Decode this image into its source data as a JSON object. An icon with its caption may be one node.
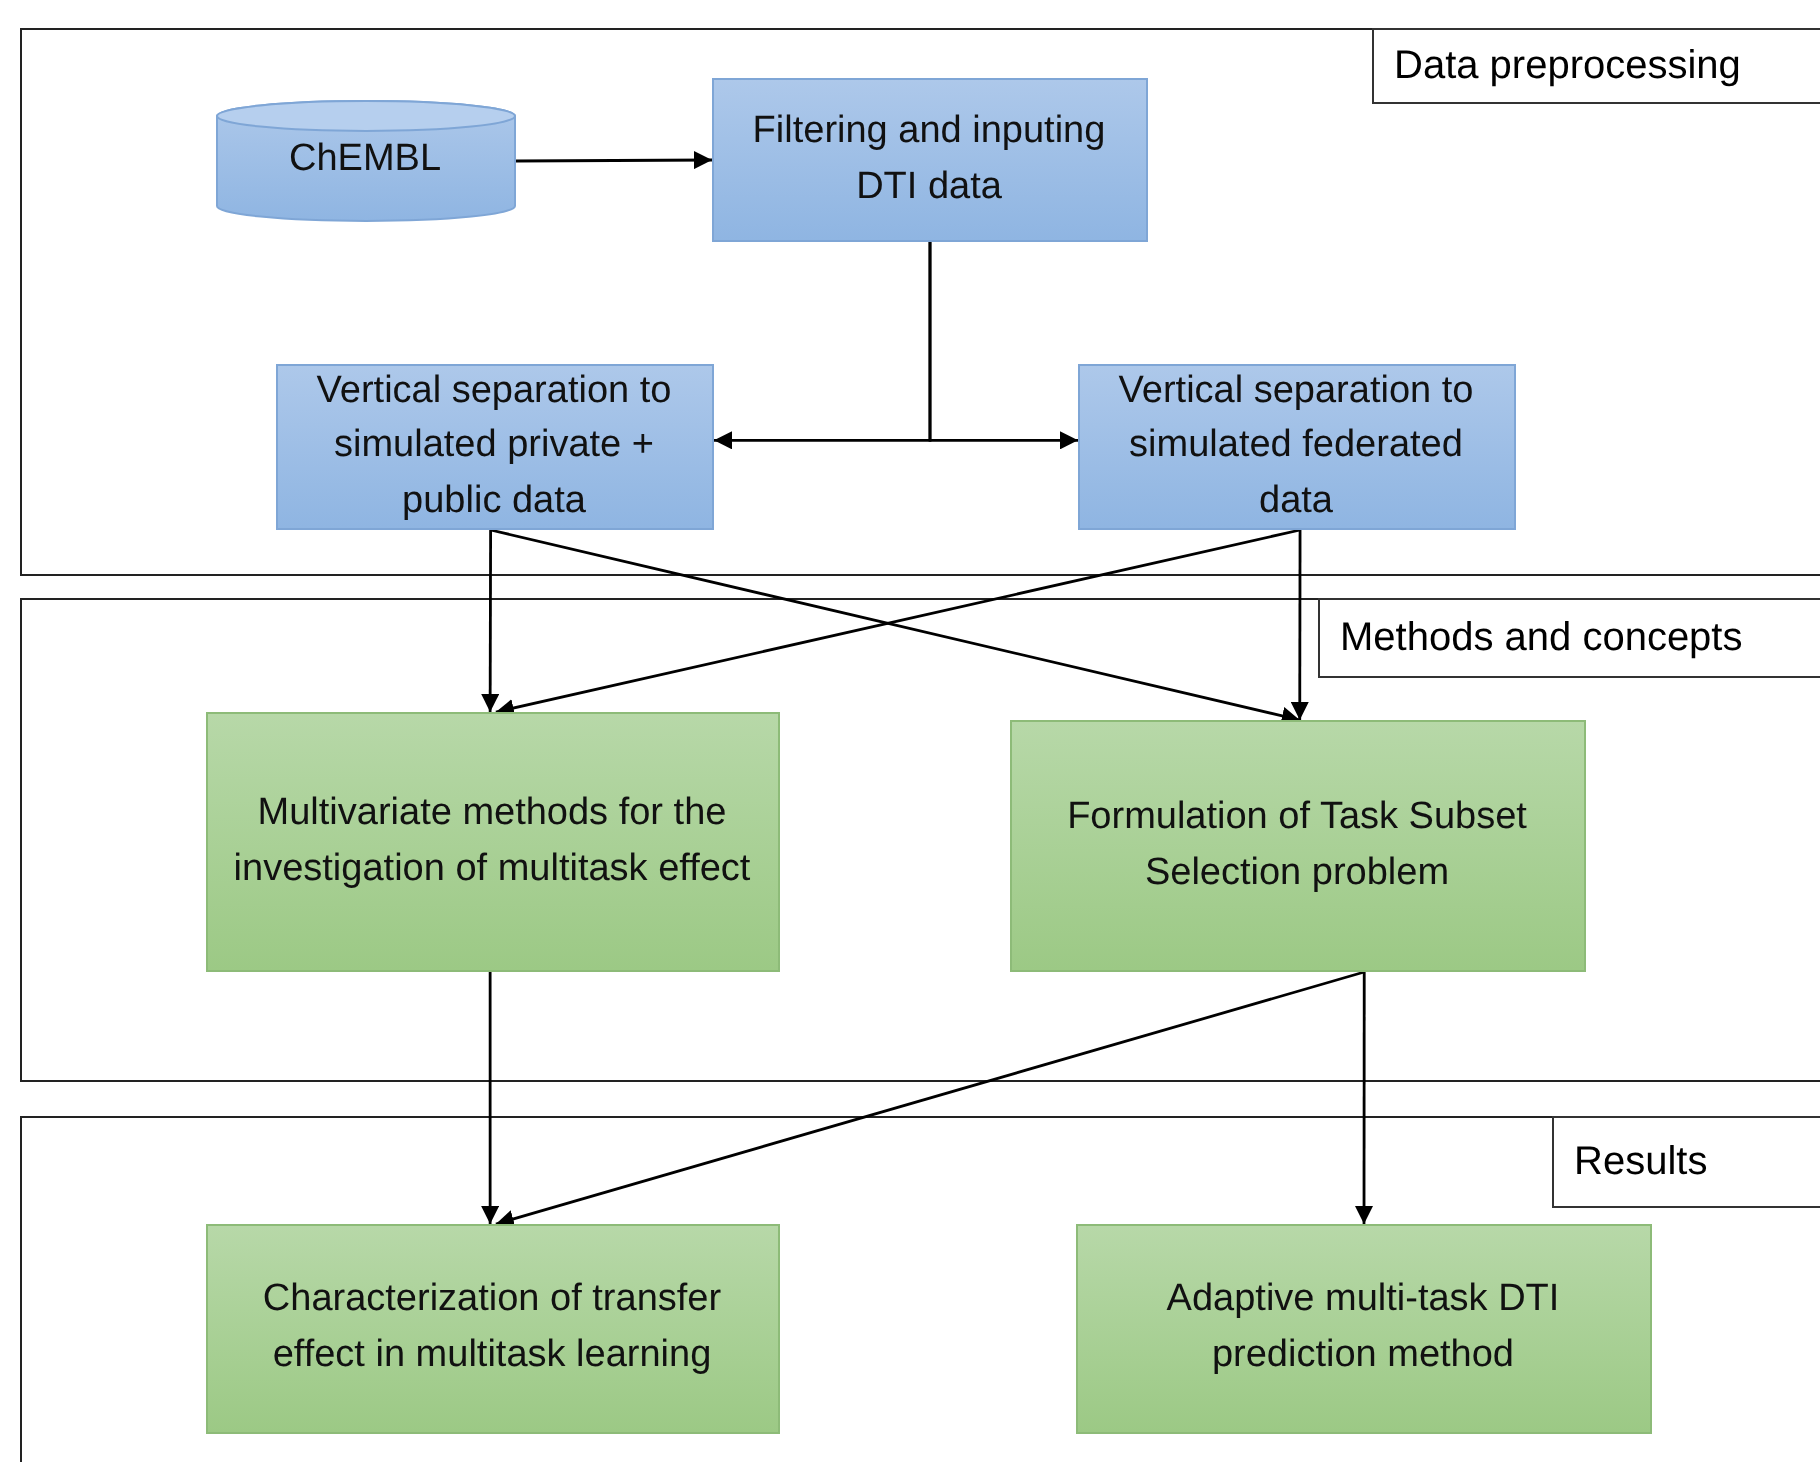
{
  "diagram": {
    "nodes": [
      {
        "text": [
          "Data preprocessing"
        ]
      },
      {
        "text": [
          "ChEMBL"
        ],
        "in": 0
      },
      {
        "text": [
          "Filtering and inputing DTI data"
        ],
        "in": 0
      },
      {
        "text": [
          "Vertical separation to simulated private + public data"
        ],
        "in": 0
      },
      {
        "text": [
          "Vertical separation to simulated federated data"
        ],
        "in": 0
      },
      {
        "text": [
          "Methods and concepts"
        ]
      },
      {
        "text": [
          "Multivariate methods for the investigation of multitask effect"
        ],
        "in": 5
      },
      {
        "text": [
          "Formulation of Task Subset Selection problem"
        ],
        "in": 5
      },
      {
        "text": [
          "Results"
        ]
      },
      {
        "text": [
          "Characterization of transfer effect in multitask learning"
        ],
        "in": 8
      },
      {
        "text": [
          "Adaptive multi-task DTI prediction method"
        ],
        "in": 8
      }
    ],
    "edges": [
      {
        "from": 1,
        "to": 2,
        "arrow": "to"
      },
      {
        "from": 2,
        "to": 3,
        "arrow": "to"
      },
      {
        "from": 2,
        "to": 4,
        "arrow": "to"
      },
      {
        "from": 3,
        "to": 6,
        "arrow": "to"
      },
      {
        "from": 3,
        "to": 7,
        "arrow": "to"
      },
      {
        "from": 4,
        "to": 6,
        "arrow": "to"
      },
      {
        "from": 4,
        "to": 7,
        "arrow": "to"
      },
      {
        "from": 6,
        "to": 9,
        "arrow": "to"
      },
      {
        "from": 7,
        "to": 9,
        "arrow": "to"
      },
      {
        "from": 7,
        "to": 10,
        "arrow": "to"
      }
    ]
  }
}
